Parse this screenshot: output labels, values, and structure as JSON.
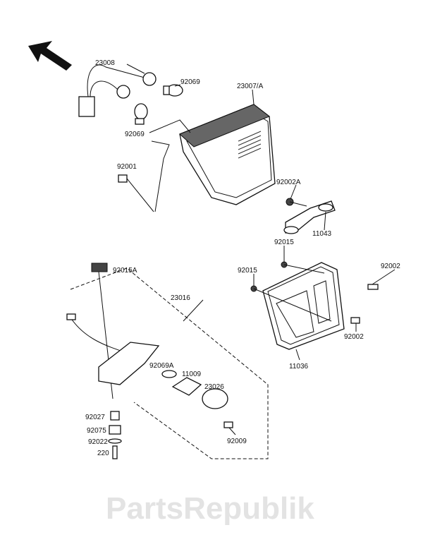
{
  "watermark": "PartsRepublik",
  "direction_arrow": "arrow-front-icon",
  "labels": {
    "p23008": "23008",
    "p92069_top": "92069",
    "p23007a": "23007/A",
    "p92069_low": "92069",
    "p92001": "92001",
    "p92002a": "92002A",
    "p11043": "11043",
    "p92015_a": "92015",
    "p92002_right": "92002",
    "p92015_b": "92015",
    "p92015a": "92015A",
    "p23016": "23016",
    "p92069a": "92069A",
    "p11009": "11009",
    "p23026": "23026",
    "p92002_low": "92002",
    "p11036": "11036",
    "p92027": "92027",
    "p92075": "92075",
    "p92022": "92022",
    "p220": "220",
    "p92009": "92009"
  }
}
